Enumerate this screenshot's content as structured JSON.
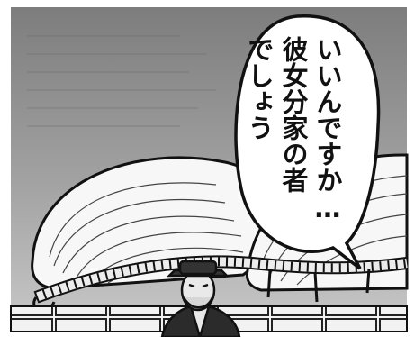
{
  "speech_bubble": {
    "lines": [
      "いいんですか…",
      "彼女分家の者",
      "でしょう"
    ]
  },
  "colors": {
    "ink": "#111111",
    "panel_background": "#8f8f8f",
    "bubble_fill": "#ffffff",
    "hat": "#333333"
  }
}
